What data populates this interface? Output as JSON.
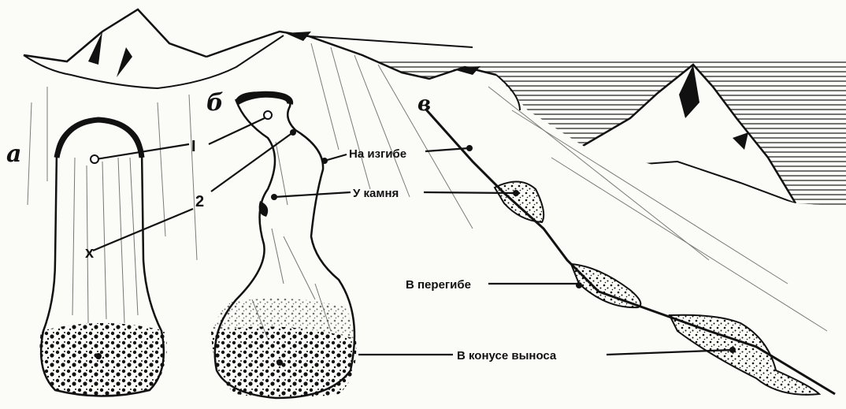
{
  "panels": {
    "a": "а",
    "b": "б",
    "v": "в"
  },
  "points": {
    "one": "I",
    "two": "2"
  },
  "labels": {
    "bend": "На изгибе",
    "stone": "У камня",
    "break": "В перегибе",
    "fan": "В конусе выноса"
  },
  "colors": {
    "ink": "#111111",
    "paper": "#fbfbf8"
  }
}
